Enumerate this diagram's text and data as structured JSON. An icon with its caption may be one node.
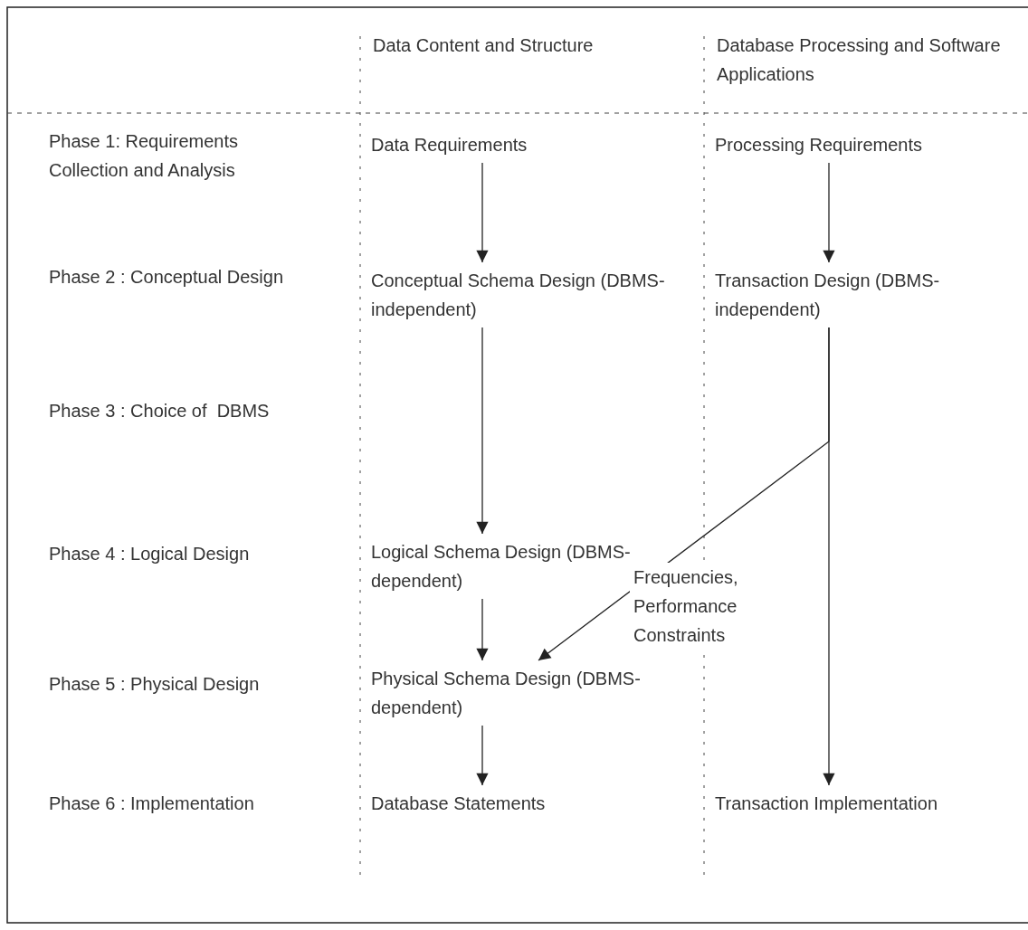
{
  "diagram": {
    "nodes": [
      {
        "text": [
          "Data Requirements"
        ]
      },
      {
        "text": [
          "Processing Requirements"
        ]
      },
      {
        "text": [
          "Conceptual Schema Design (DBMS-independent)"
        ]
      },
      {
        "text": [
          "Transaction Design (DBMS-independent)"
        ]
      },
      {
        "text": [
          "Logical Schema Design (DBMS-dependent)"
        ]
      },
      {
        "text": [
          "Physical Schema Design (DBMS-dependent)"
        ]
      },
      {
        "text": [
          "Database Statements"
        ]
      },
      {
        "text": [
          "Transaction Implementation"
        ]
      }
    ],
    "edges": [
      {
        "from": 0,
        "to": 2,
        "arrow": "to"
      },
      {
        "from": 1,
        "to": 3,
        "arrow": "to"
      },
      {
        "from": 2,
        "to": 4,
        "arrow": "to"
      },
      {
        "from": 4,
        "to": 5,
        "arrow": "to"
      },
      {
        "from": 5,
        "to": 6,
        "arrow": "to"
      },
      {
        "from": 3,
        "to": 7,
        "arrow": "to"
      },
      {
        "from": 3,
        "to": 5,
        "arrow": "to",
        "label": "Frequencies, Performance Constraints"
      }
    ],
    "labels": [
      "Data Content and Structure",
      "Database Processing and Software Applications",
      "Phase 1: Requirements Collection and Analysis",
      "Phase 2 : Conceptual Design",
      "Phase 3 : Choice of  DBMS",
      "Phase 4 : Logical Design",
      "Phase 5 : Physical Design",
      "Phase 6 : Implementation"
    ]
  }
}
